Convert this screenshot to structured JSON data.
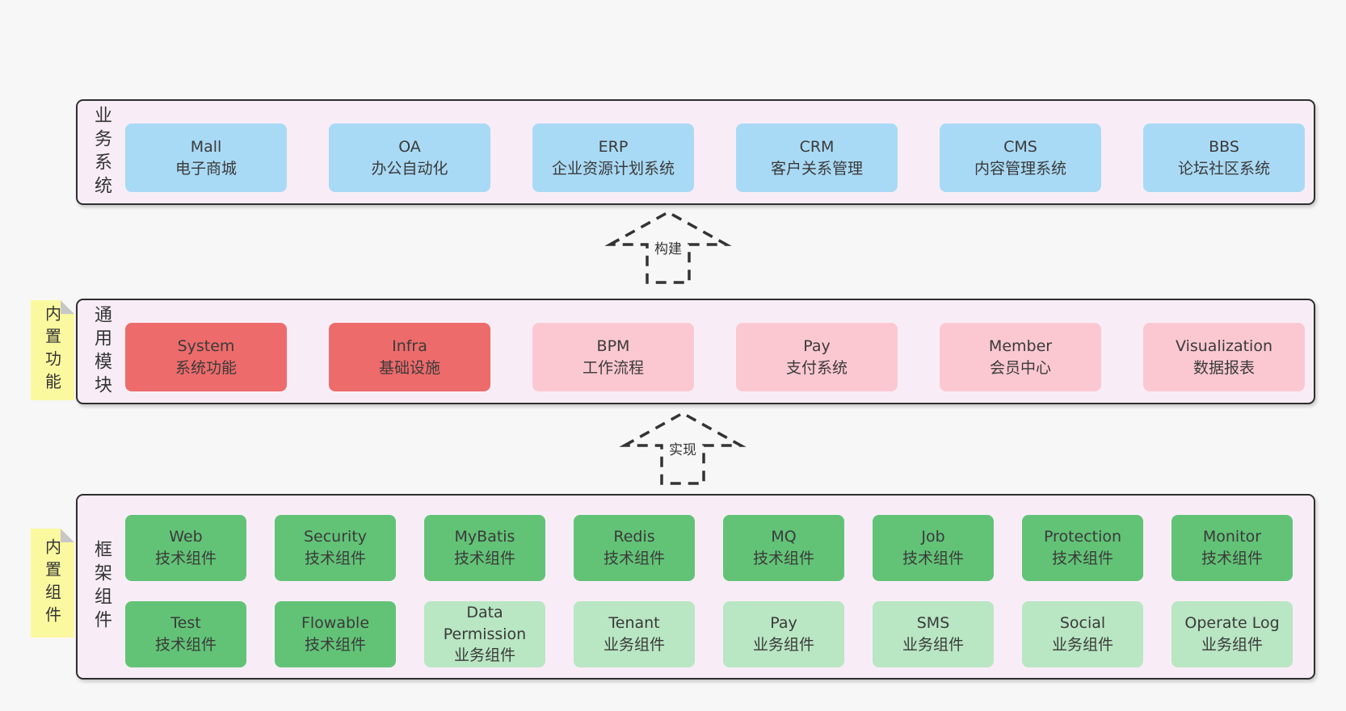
{
  "colors": {
    "page_background": "#f7f7f7",
    "layer_background": "#f8edf7",
    "layer_border": "#2e2e2e",
    "business_box": "#a9daf5",
    "module_box_red": "#ee6b6b",
    "module_box_pink": "#fbc8d1",
    "tech_box_green": "#62c377",
    "biz_box_light_green": "#b9e6c3",
    "note_yellow": "#fbf9a0",
    "text": "#3a3a3a"
  },
  "arrows": [
    {
      "label": "构建"
    },
    {
      "label": "实现"
    }
  ],
  "layers": [
    {
      "label": "业务系统",
      "items": [
        {
          "name": "Mall",
          "desc": "电子商城"
        },
        {
          "name": "OA",
          "desc": "办公自动化"
        },
        {
          "name": "ERP",
          "desc": "企业资源计划系统"
        },
        {
          "name": "CRM",
          "desc": "客户关系管理"
        },
        {
          "name": "CMS",
          "desc": "内容管理系统"
        },
        {
          "name": "BBS",
          "desc": "论坛社区系统"
        }
      ]
    },
    {
      "label": "通用模块",
      "note": "内置功能",
      "items": [
        {
          "name": "System",
          "desc": "系统功能",
          "variant": "red"
        },
        {
          "name": "Infra",
          "desc": "基础设施",
          "variant": "red"
        },
        {
          "name": "BPM",
          "desc": "工作流程",
          "variant": "pink"
        },
        {
          "name": "Pay",
          "desc": "支付系统",
          "variant": "pink"
        },
        {
          "name": "Member",
          "desc": "会员中心",
          "variant": "pink"
        },
        {
          "name": "Visualization",
          "desc": "数据报表",
          "variant": "pink"
        }
      ]
    },
    {
      "label": "框架组件",
      "note": "内置组件",
      "rows": [
        [
          {
            "name": "Web",
            "desc": "技术组件",
            "variant": "tech"
          },
          {
            "name": "Security",
            "desc": "技术组件",
            "variant": "tech"
          },
          {
            "name": "MyBatis",
            "desc": "技术组件",
            "variant": "tech"
          },
          {
            "name": "Redis",
            "desc": "技术组件",
            "variant": "tech"
          },
          {
            "name": "MQ",
            "desc": "技术组件",
            "variant": "tech"
          },
          {
            "name": "Job",
            "desc": "技术组件",
            "variant": "tech"
          },
          {
            "name": "Protection",
            "desc": "技术组件",
            "variant": "tech"
          },
          {
            "name": "Monitor",
            "desc": "技术组件",
            "variant": "tech"
          }
        ],
        [
          {
            "name": "Test",
            "desc": "技术组件",
            "variant": "tech"
          },
          {
            "name": "Flowable",
            "desc": "技术组件",
            "variant": "tech"
          },
          {
            "name": "Data Permission",
            "desc": "业务组件",
            "variant": "biz"
          },
          {
            "name": "Tenant",
            "desc": "业务组件",
            "variant": "biz"
          },
          {
            "name": "Pay",
            "desc": "业务组件",
            "variant": "biz"
          },
          {
            "name": "SMS",
            "desc": "业务组件",
            "variant": "biz"
          },
          {
            "name": "Social",
            "desc": "业务组件",
            "variant": "biz"
          },
          {
            "name": "Operate Log",
            "desc": "业务组件",
            "variant": "biz"
          }
        ]
      ]
    }
  ]
}
